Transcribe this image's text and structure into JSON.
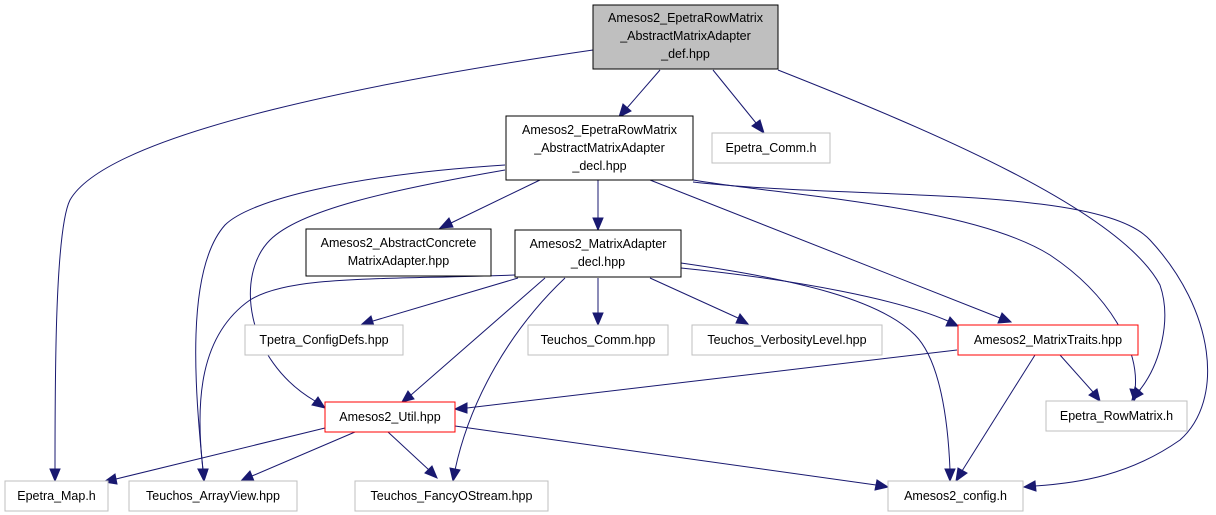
{
  "nodes": {
    "root": [
      "Amesos2_EpetraRowMatrix",
      "_AbstractMatrixAdapter",
      "_def.hpp"
    ],
    "decl": [
      "Amesos2_EpetraRowMatrix",
      "_AbstractMatrixAdapter",
      "_decl.hpp"
    ],
    "comm": [
      "Epetra_Comm.h"
    ],
    "abstract_concrete": [
      "Amesos2_AbstractConcrete",
      "MatrixAdapter.hpp"
    ],
    "matrix_adapter": [
      "Amesos2_MatrixAdapter",
      "_decl.hpp"
    ],
    "tpetra_config": [
      "Tpetra_ConfigDefs.hpp"
    ],
    "teuchos_comm": [
      "Teuchos_Comm.hpp"
    ],
    "verbosity": [
      "Teuchos_VerbosityLevel.hpp"
    ],
    "matrix_traits": [
      "Amesos2_MatrixTraits.hpp"
    ],
    "util": [
      "Amesos2_Util.hpp"
    ],
    "row_matrix": [
      "Epetra_RowMatrix.h"
    ],
    "map": [
      "Epetra_Map.h"
    ],
    "array_view": [
      "Teuchos_ArrayView.hpp"
    ],
    "fancy_ostream": [
      "Teuchos_FancyOStream.hpp"
    ],
    "config": [
      "Amesos2_config.h"
    ]
  },
  "colors": {
    "edge": "#191970",
    "root_fill": "#bfbfbf",
    "black_border": "#000000",
    "red_border": "#ff0000",
    "gray_border": "#bfbfbf"
  }
}
